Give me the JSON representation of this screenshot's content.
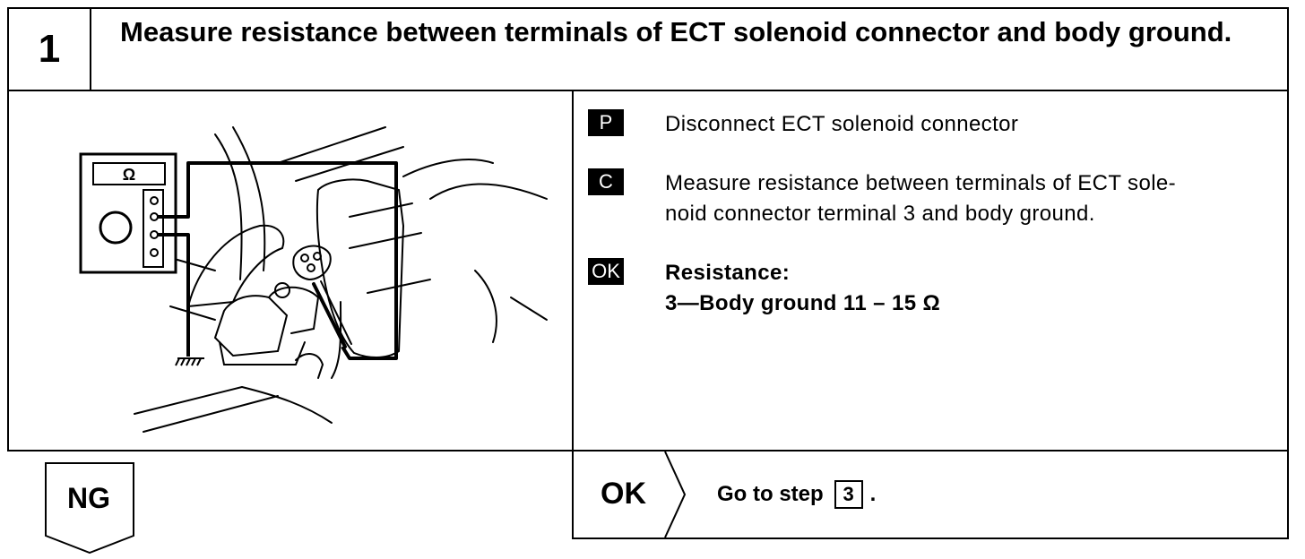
{
  "step": {
    "number": "1",
    "title": "Measure resistance between terminals of ECT solenoid connector and body ground."
  },
  "illustration": {
    "meter_symbol": "Ω",
    "icons": [
      "ohmmeter-icon",
      "ground-symbol-icon",
      "connector-icon"
    ]
  },
  "instructions": [
    {
      "tag": "P",
      "lines": [
        "Disconnect ECT solenoid connector"
      ]
    },
    {
      "tag": "C",
      "lines": [
        "Measure resistance between terminals of ECT sole-",
        "noid connector terminal 3 and body ground."
      ]
    },
    {
      "tag": "OK",
      "lines": [
        "Resistance:",
        "3—Body ground 11 – 15 Ω"
      ]
    }
  ],
  "ng_branch": {
    "label": "NG"
  },
  "ok_branch": {
    "label": "OK",
    "text": "Go to step",
    "step_ref": "3",
    "suffix": "."
  }
}
